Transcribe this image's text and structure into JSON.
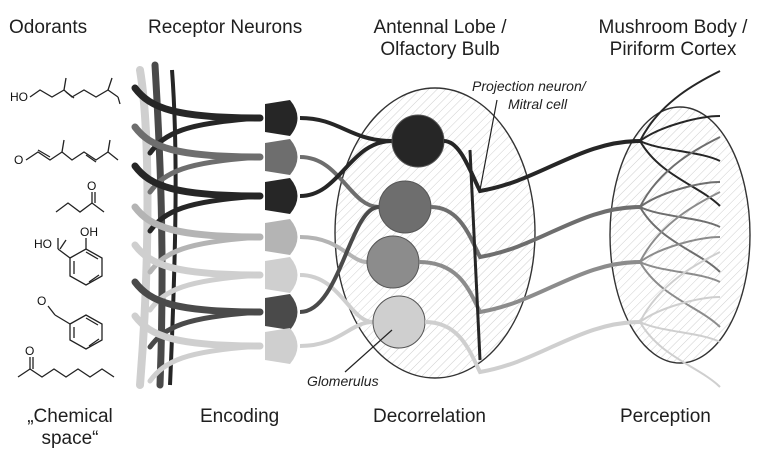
{
  "headers": {
    "odorants": "Odorants",
    "receptor_neurons": "Receptor Neurons",
    "antennal_lobe_line1": "Antennal Lobe /",
    "antennal_lobe_line2": "Olfactory Bulb",
    "mushroom_body_line1": "Mushroom Body /",
    "mushroom_body_line2": "Piriform Cortex"
  },
  "annotations": {
    "projection_line1": "Projection neuron/",
    "projection_line2": "Mitral cell",
    "glomerulus": "Glomerulus"
  },
  "molecules": {
    "alcohol_label": "HO",
    "aldehyde_label": "O",
    "ester_label": "O",
    "salicylic_oh": "OH",
    "salicylic_ho": "HO",
    "benzaldehyde_label": "O",
    "pentyl_acetate_label": "O"
  },
  "footers": {
    "chemical_line1": "„Chemical",
    "chemical_line2": "space“",
    "encoding": "Encoding",
    "decorrelation": "Decorrelation",
    "perception": "Perception"
  },
  "colors": {
    "darkest": "#262626",
    "dark": "#4a4a4a",
    "mid": "#6e6e6e",
    "midlight": "#8c8c8c",
    "light": "#b4b4b4",
    "lightest": "#cfcfcf"
  }
}
